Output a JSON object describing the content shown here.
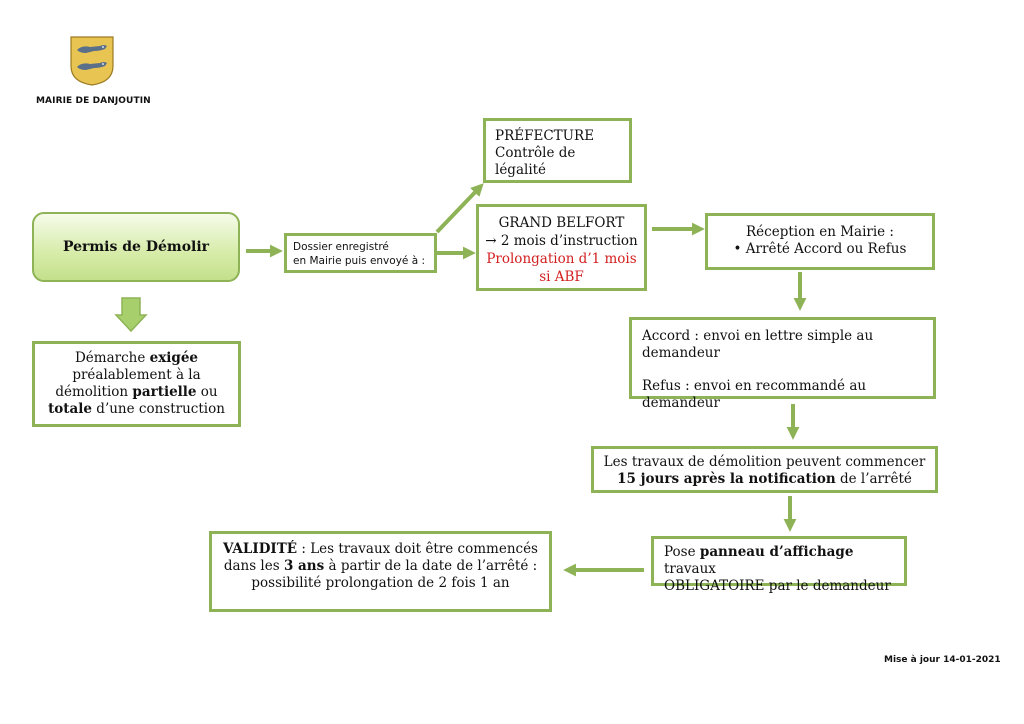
{
  "header": {
    "organization": "MAIRIE DE DANJOUTIN"
  },
  "footer": {
    "update": "Mise à jour 14-01-2021"
  },
  "colors": {
    "border": "#8db356",
    "highlight": "#d32020",
    "start_fill": "#d6eca8"
  },
  "nodes": {
    "permis": {
      "label": "Permis de Démolir"
    },
    "demarche": {
      "t1": "Démarche ",
      "b1": "exigée",
      "t2": " préalablement à la démolition ",
      "b2": "partielle",
      "t3": " ou ",
      "b3": "totale",
      "t4": " d’une construction"
    },
    "dossier": {
      "line1": "Dossier enregistré",
      "line2": "en Mairie puis envoyé à :"
    },
    "prefecture": {
      "line1": "PRÉFECTURE",
      "line2": "Contrôle de légalité"
    },
    "grand_belfort": {
      "line1": "GRAND BELFORT",
      "line2": "→ 2 mois d’instruction",
      "line3": "Prolongation d’1 mois",
      "line4": "si ABF"
    },
    "reception": {
      "line1": "Réception en Mairie :",
      "line2": "• Arrêté Accord ou Refus"
    },
    "accord_refus": {
      "line1": "Accord : envoi en lettre simple au demandeur",
      "line2": "Refus : envoi en recommandé au demandeur"
    },
    "travaux": {
      "line1": "Les travaux de démolition peuvent commencer",
      "b1": "15 jours après la notification",
      "t1": " de l’arrêté"
    },
    "panneau": {
      "t1": "Pose ",
      "b1": "panneau d’affichage",
      "t2": " travaux",
      "line2": "OBLIGATOIRE par le demandeur"
    },
    "validite": {
      "b1": "VALIDITÉ",
      "t1": " : Les travaux doit être commencés dans les ",
      "b2": "3 ans",
      "t2": " à partir de la date de l’arrêté : possibilité prolongation de 2 fois 1 an"
    }
  }
}
